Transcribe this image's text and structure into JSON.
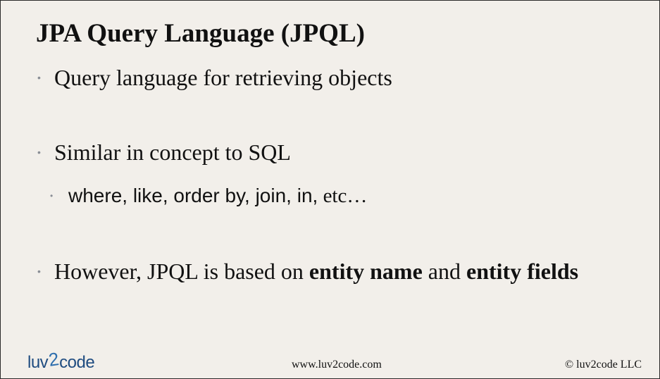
{
  "slide": {
    "title": "JPA Query Language (JPQL)",
    "bullets": [
      {
        "text": "Query language for retrieving objects"
      },
      {
        "text": "Similar in concept to SQL"
      },
      {
        "text_sans": "where, like, order by, join, in,",
        "text_serif": " etc…"
      },
      {
        "text_before": "However, JPQL is based on ",
        "bold_1": "entity name",
        "text_middle": " and ",
        "bold_2": "entity fields"
      }
    ],
    "bullet_glyph": "•"
  },
  "footer": {
    "logo_left": "luv",
    "logo_two": "2",
    "logo_right": "code",
    "url": "www.luv2code.com",
    "copyright": "© luv2code LLC"
  },
  "colors": {
    "background": "#f2efea",
    "text": "#111111",
    "bullet": "#8a8e95",
    "logo": "#1f4c80"
  }
}
